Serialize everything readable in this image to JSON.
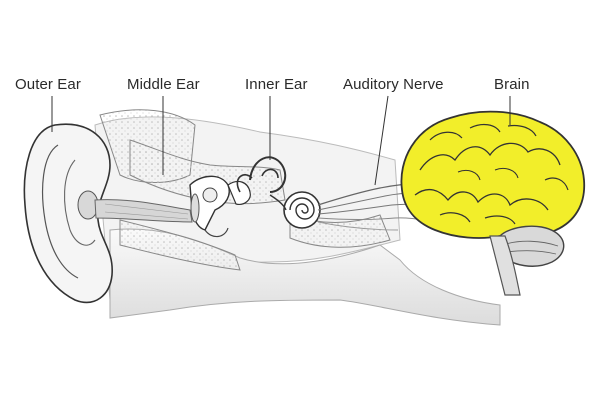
{
  "labels": {
    "outer_ear": "Outer Ear",
    "middle_ear": "Middle Ear",
    "inner_ear": "Inner Ear",
    "auditory_nerve": "Auditory Nerve",
    "brain": "Brain"
  },
  "colors": {
    "highlight": "#f2ee2a",
    "outline": "#333333",
    "tissue": "#e9e9e9",
    "bone_fill": "#f1f1f1"
  }
}
